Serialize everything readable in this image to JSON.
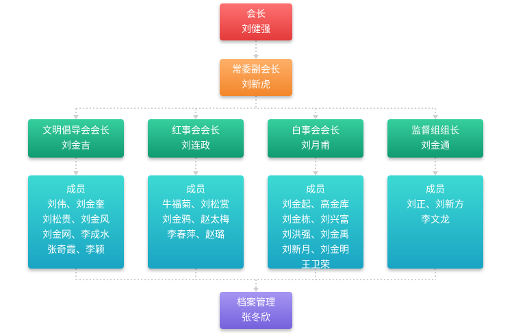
{
  "chart": {
    "president": {
      "title": "会长",
      "name": "刘健强"
    },
    "vice": {
      "title": "常委副会长",
      "name": "刘新虎"
    },
    "groups": [
      {
        "title": "文明倡导会会长",
        "name": "刘金吉",
        "members_title": "成员",
        "members": [
          "刘伟、刘金奎",
          "刘松贵、刘金风",
          "刘金网、李成水",
          "张奇霞、李颖"
        ]
      },
      {
        "title": "红事会会长",
        "name": "刘连政",
        "members_title": "成员",
        "members": [
          "牛福菊、刘松赏",
          "刘金鸦、赵太梅",
          "李春萍、赵璐"
        ]
      },
      {
        "title": "白事会会长",
        "name": "刘月甫",
        "members_title": "成员",
        "members": [
          "刘金起、高金库",
          "刘金栋、刘兴富",
          "刘洪强、刘金禹",
          "刘新月、刘金明",
          "王卫荣"
        ]
      },
      {
        "title": "监督组组长",
        "name": "刘金通",
        "members_title": "成员",
        "members": [
          "刘正、刘新方",
          "李文龙"
        ]
      }
    ],
    "archive": {
      "title": "档案管理",
      "name": "张冬欣"
    }
  },
  "colors": {
    "president": "#e84545",
    "vice": "#f58c32",
    "group": "#1aa67a",
    "members": "#24b6c8",
    "archive": "#8672e6",
    "connector": "#cccccc"
  }
}
